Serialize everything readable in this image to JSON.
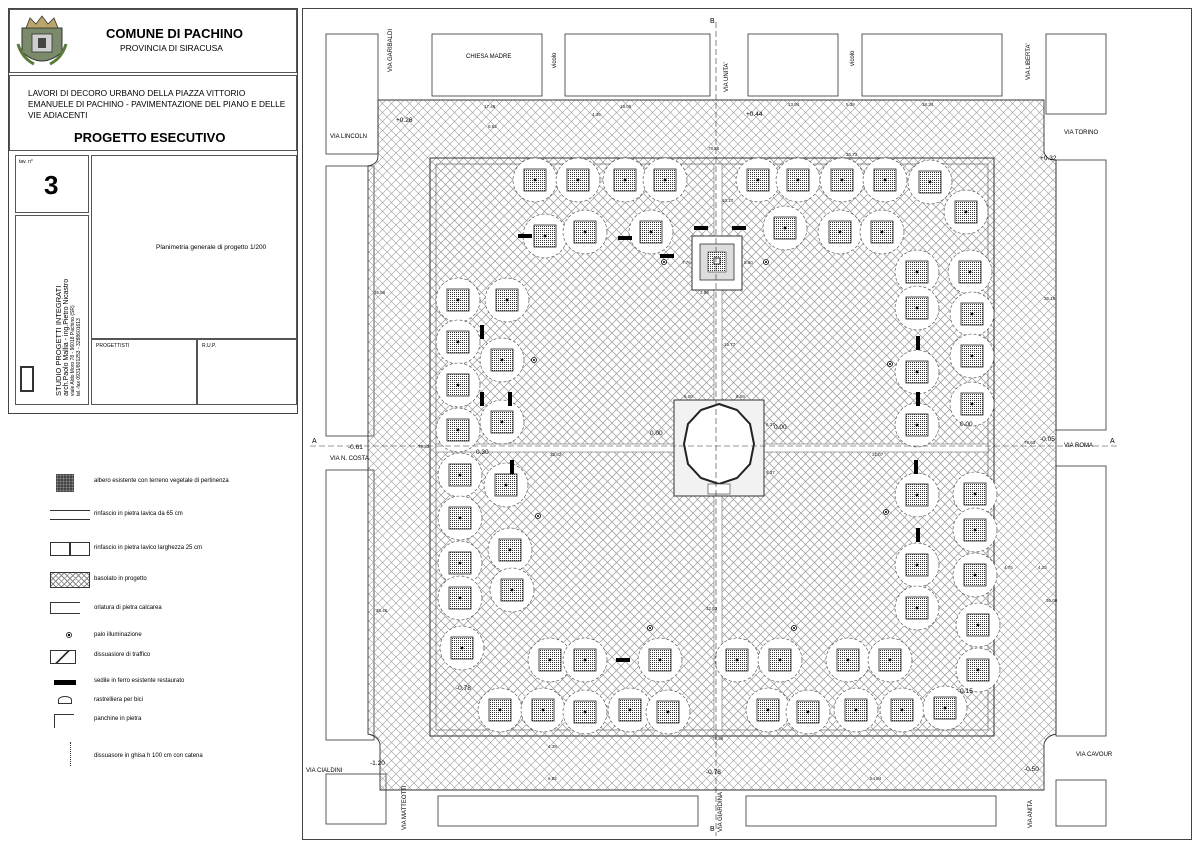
{
  "title_block": {
    "municipality": "COMUNE DI PACHINO",
    "province": "PROVINCIA DI SIRACUSA",
    "project_description": "LAVORI DI DECORO URBANO DELLA PIAZZA VITTORIO EMANUELE DI PACHINO - PAVIMENTAZIONE DEL PIANO E DELLE VIE ADIACENTI",
    "project_phase": "PROGETTO ESECUTIVO",
    "sheet_label": "tav. n°",
    "sheet_number": "3",
    "drawing_title": "Planimetria generale di progetto 1/200",
    "studio_name": "STUDIO PROGETTI INTEGRATI",
    "studio_people": "arch.Paolo Mallia - ing.Pietro Nicastro",
    "studio_address": "viale Aldo Moro 78 - 96018 Pachino (SR)",
    "studio_phone": "tel.-fax 0931/801253 - 3288601613",
    "progettisti_label": "PROGETTISTI",
    "rup_label": "R.U.P."
  },
  "legend": [
    {
      "symbol": "tree-icon",
      "text": "albero esistente con terreno vegetale di pertinenza"
    },
    {
      "symbol": "lava-band-65-icon",
      "text": "rinfascio in pietra lavica da 65 cm"
    },
    {
      "symbol": "lava-band-25-icon",
      "text": "rinfascio in pietra lavico larghezza 25 cm"
    },
    {
      "symbol": "paving-hatch-icon",
      "text": "basolato in progetto"
    },
    {
      "symbol": "limestone-edge-icon",
      "text": "orlatura di pietra calcarea"
    },
    {
      "symbol": "light-pole-icon",
      "text": "palo illuminazione"
    },
    {
      "symbol": "traffic-deterrent-icon",
      "text": "dissuasiore di traffico"
    },
    {
      "symbol": "iron-bench-icon",
      "text": "sedile in ferro esistente restaurato"
    },
    {
      "symbol": "bike-rack-icon",
      "text": "rastrelliera per bici"
    },
    {
      "symbol": "stone-bench-icon",
      "text": "panchine in pietra"
    },
    {
      "symbol": "bollard-icon",
      "text": "dissuasore in ghisa h 100 cm con catena"
    }
  ],
  "map": {
    "streets": {
      "garibaldi": "VIA GARIBALDI",
      "chiesa": "CHIESA MADRE",
      "vicolo1": "vicolo",
      "unita": "VIA UNITA'",
      "vicolo2": "vicolo",
      "liberta": "VIA LIBERTA'",
      "lincoln": "VIA LINCOLN",
      "torino": "VIA TORINO",
      "costa": "VIA N. COSTA",
      "roma": "VIA ROMA",
      "cialdini": "VIA CIALDINI",
      "cavour": "VIA CAVOUR",
      "matteotti": "VIA MATTEOTTI",
      "giardina": "VIA GIARDINA",
      "anita": "VIA ANITA"
    },
    "elevations": {
      "nw": "+0.26",
      "n": "+0.44",
      "ne": "+0.32",
      "w_out": "-0.61",
      "w_in": "0.30",
      "center_l": "0.00",
      "center_r": "0.00",
      "e_in": "0.00",
      "e_out": "-0.05",
      "sw_in": "-0.78",
      "se_in": "-0.15",
      "sw_out": "-1.20",
      "s": "-0.78",
      "se_out": "-0.50"
    },
    "section_marks": {
      "a": "A",
      "b": "B"
    },
    "dimensions": {
      "d1": "17.48",
      "d2": "18.05",
      "d3": "13.04",
      "d4": "5.39",
      "d5": "18.34",
      "d6": "4.35",
      "d7": "8.62",
      "d8": "78.55",
      "d9": "79.83",
      "d10": "79.63",
      "d11": "32.82",
      "d12": "31.07",
      "d13": "15.77",
      "d14": "32.03",
      "d15": "78.38",
      "d16": "35.56",
      "d17": "36.18",
      "d18": "35.46",
      "d19": "36.00",
      "d20": "5.00",
      "d21": "5.37",
      "d22": "6.09",
      "d23": "6.37",
      "d24": "7.76",
      "d25": "5.90",
      "d26": "3.88",
      "d27": "4.38",
      "d28": "6.82",
      "d29": "54.94",
      "d30": "4.75",
      "d31": "4.23",
      "d32": "10.17",
      "d33": "36.73"
    }
  },
  "colors": {
    "line": "#333333",
    "hatch": "#8a8a8a",
    "building": "#d9d9d9",
    "tree_fill": "#555555"
  }
}
